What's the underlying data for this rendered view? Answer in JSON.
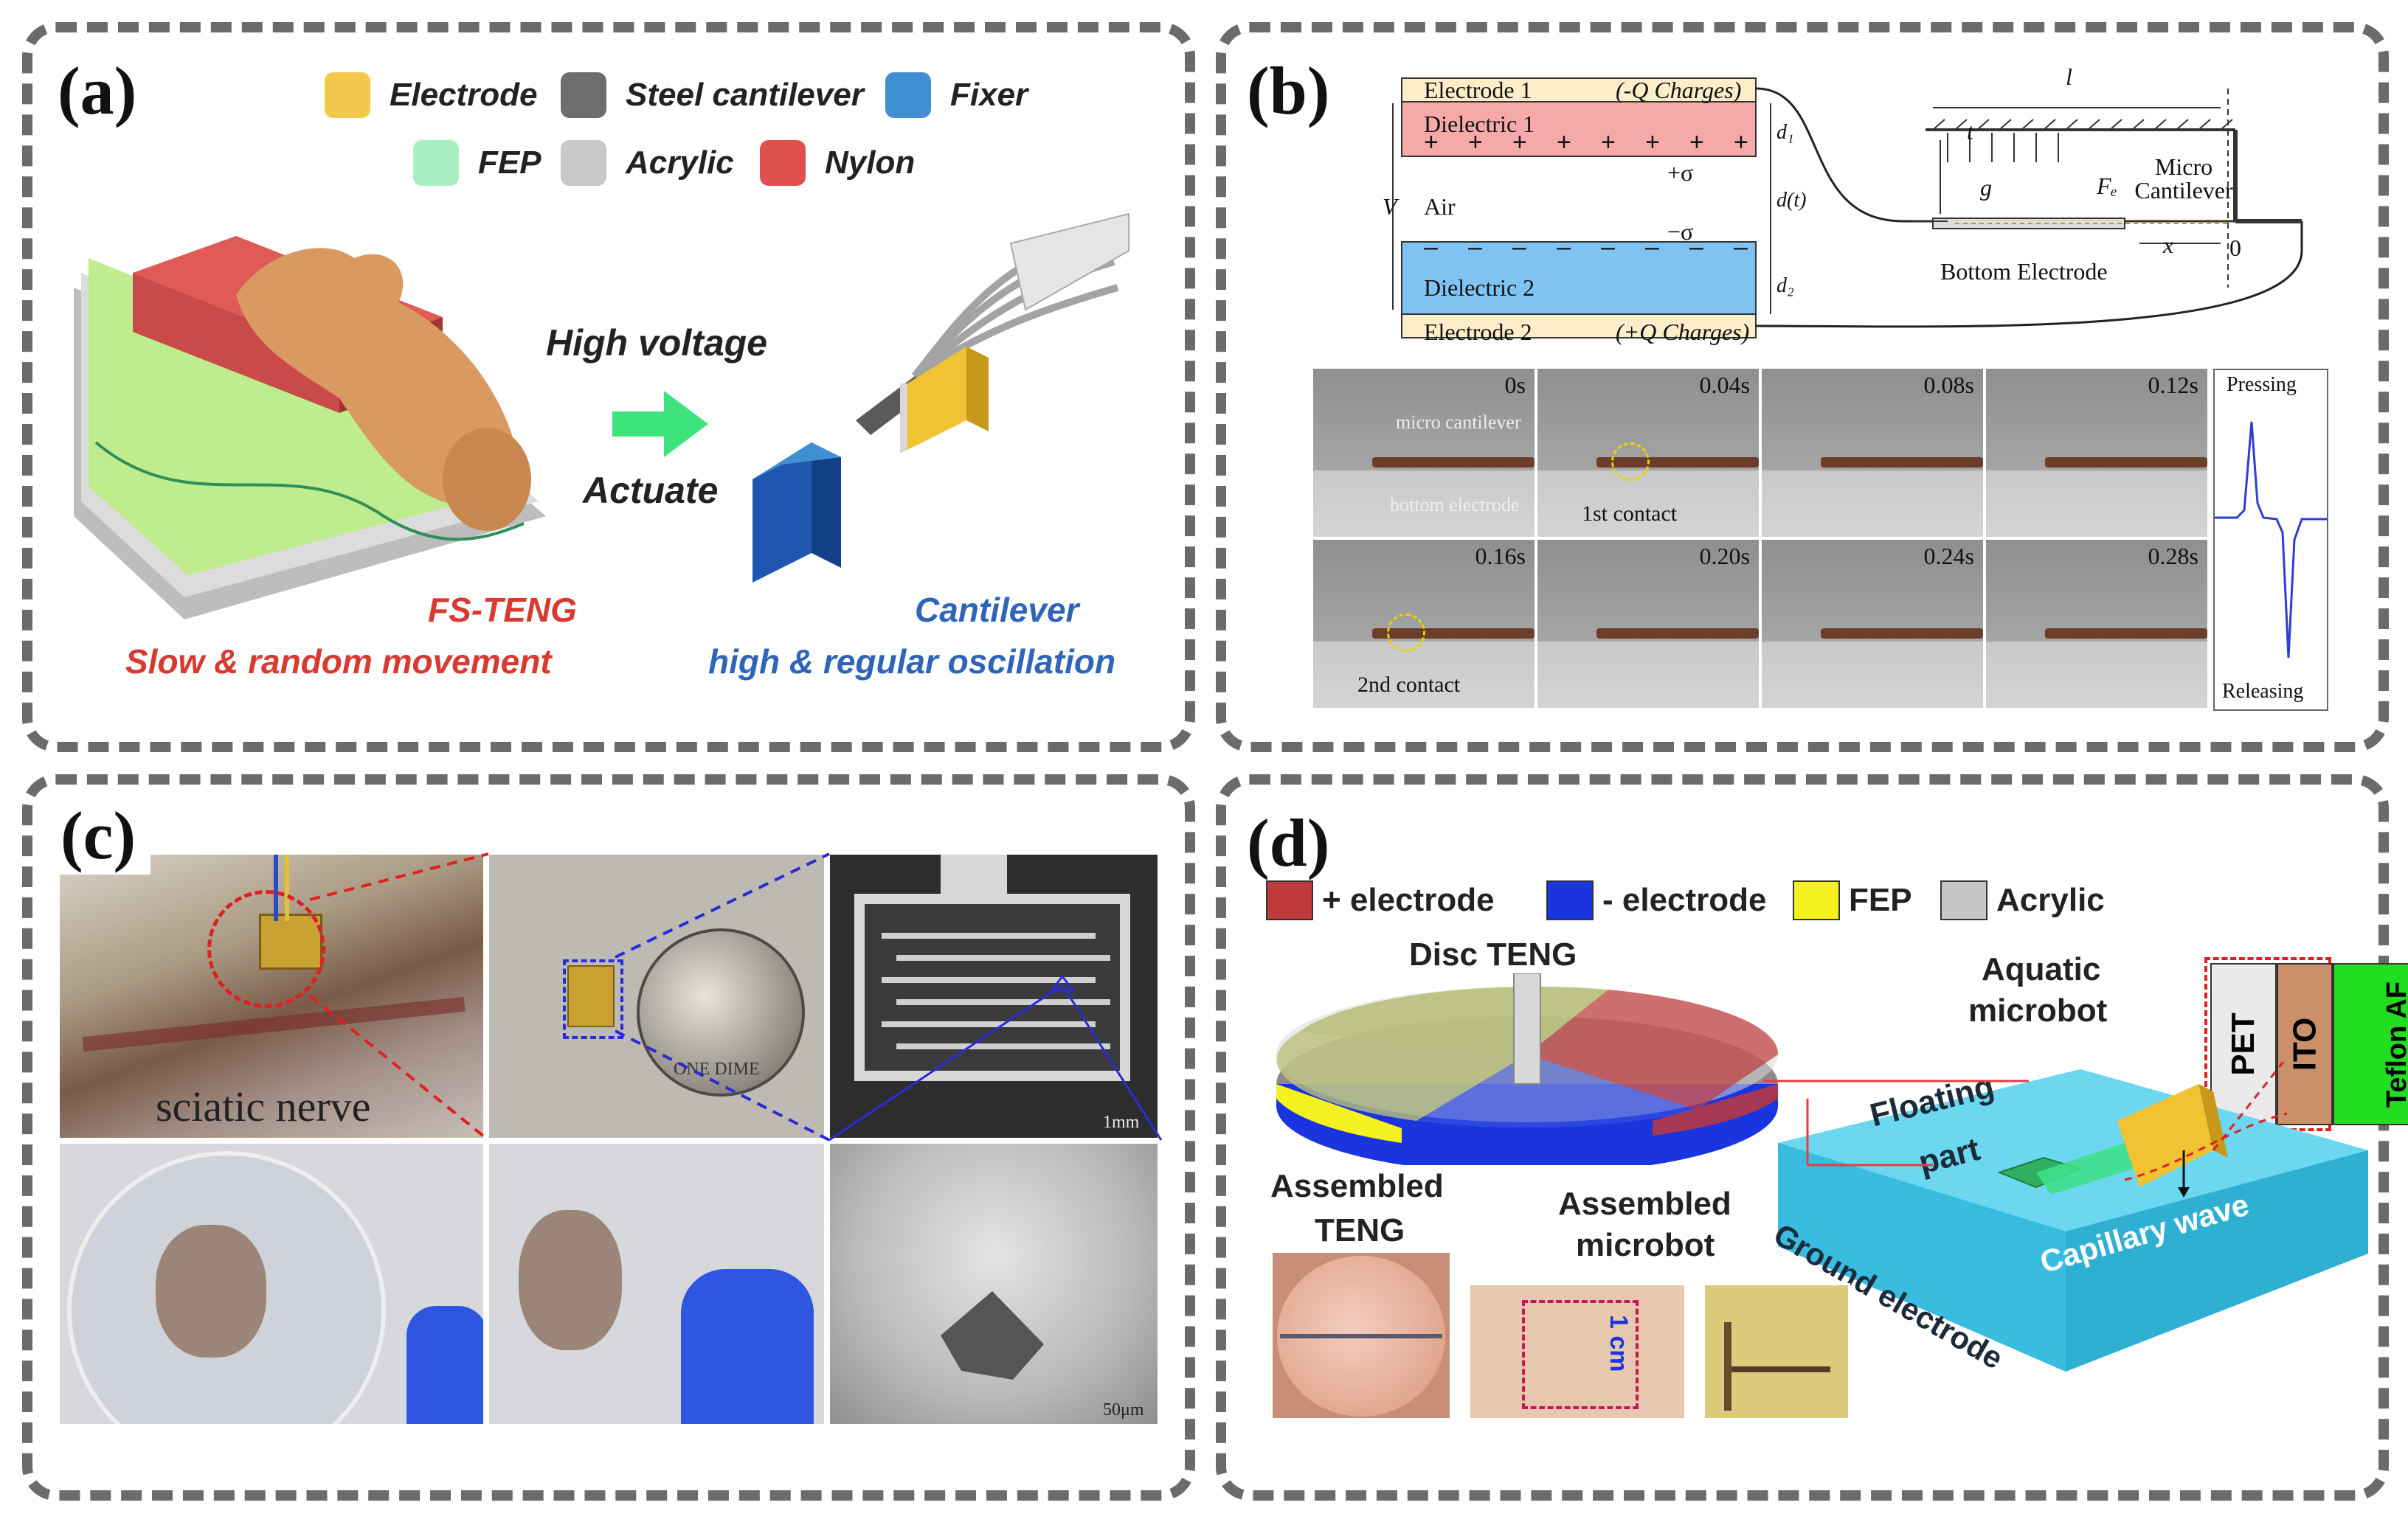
{
  "colors": {
    "electrode": "#f2c94c",
    "steel": "#6e6e6e",
    "fixer": "#3f8fd2",
    "fep": "#a9efc2",
    "acrylic": "#c8c8c8",
    "nylon": "#e0504f",
    "red_text": "#d93a2f",
    "blue_text": "#2f64b8",
    "pos_electrode": "#c0393b",
    "neg_electrode": "#1a34e0",
    "fep_yellow": "#f4f11e",
    "acrylic_grey": "#c7c7c7",
    "water": "#3fc6e6"
  },
  "panel_a": {
    "label": "(a)",
    "legend": [
      "Electrode",
      "Steel cantilever",
      "Fixer",
      "FEP",
      "Acrylic",
      "Nylon"
    ],
    "high_voltage": "High voltage",
    "actuate": "Actuate",
    "fs_teng": "FS-TENG",
    "slow_random": "Slow & random movement",
    "cantilever": "Cantilever",
    "high_regular": "high & regular oscillation"
  },
  "panel_b": {
    "label": "(b)",
    "electrode1": "Electrode 1",
    "neg_q": "(-Q Charges)",
    "dielectric1": "Dielectric 1",
    "pos_sigma": "+σ",
    "air": "Air",
    "neg_sigma": "−σ",
    "dielectric2": "Dielectric 2",
    "electrode2": "Electrode 2",
    "pos_q": "(+Q Charges)",
    "v": "V",
    "d1": "d₁",
    "dt": "d(t)",
    "d2": "d₂",
    "l": "l",
    "t": "t",
    "g": "g",
    "fe": "Fₑ",
    "micro_cantilever": "Micro Cantilever",
    "bottom_electrode": "Bottom Electrode",
    "x": "x",
    "zero": "0",
    "frames": [
      {
        "time": "0s",
        "note": ""
      },
      {
        "time": "0.04s",
        "note": "1st contact"
      },
      {
        "time": "0.08s",
        "note": ""
      },
      {
        "time": "0.12s",
        "note": ""
      },
      {
        "time": "0.16s",
        "note": "2nd contact"
      },
      {
        "time": "0.20s",
        "note": ""
      },
      {
        "time": "0.24s",
        "note": ""
      },
      {
        "time": "0.28s",
        "note": ""
      }
    ],
    "frame0_top": "micro cantilever",
    "frame0_bottom": "bottom electrode",
    "pressing": "Pressing",
    "releasing": "Releasing"
  },
  "panel_c": {
    "label": "(c)",
    "sciatic": "sciatic nerve",
    "scale1": "1mm",
    "scale2": "50μm",
    "coin_text": "ONE DIME"
  },
  "panel_d": {
    "label": "(d)",
    "legend": [
      "+ electrode",
      "- electrode",
      "FEP",
      "Acrylic"
    ],
    "disc_teng": "Disc TENG",
    "aquatic": "Aquatic",
    "microbot": "microbot",
    "pet": "PET",
    "ito": "ITO",
    "teflon": "Teflon AF",
    "floating": "Floating",
    "part": "part",
    "capillary": "Capillary wave",
    "ground": "Ground electrode",
    "assembled_teng_1": "Assembled",
    "assembled_teng_2": "TENG",
    "assembled_mb_1": "Assembled",
    "assembled_mb_2": "microbot",
    "one_cm": "1 cm"
  }
}
